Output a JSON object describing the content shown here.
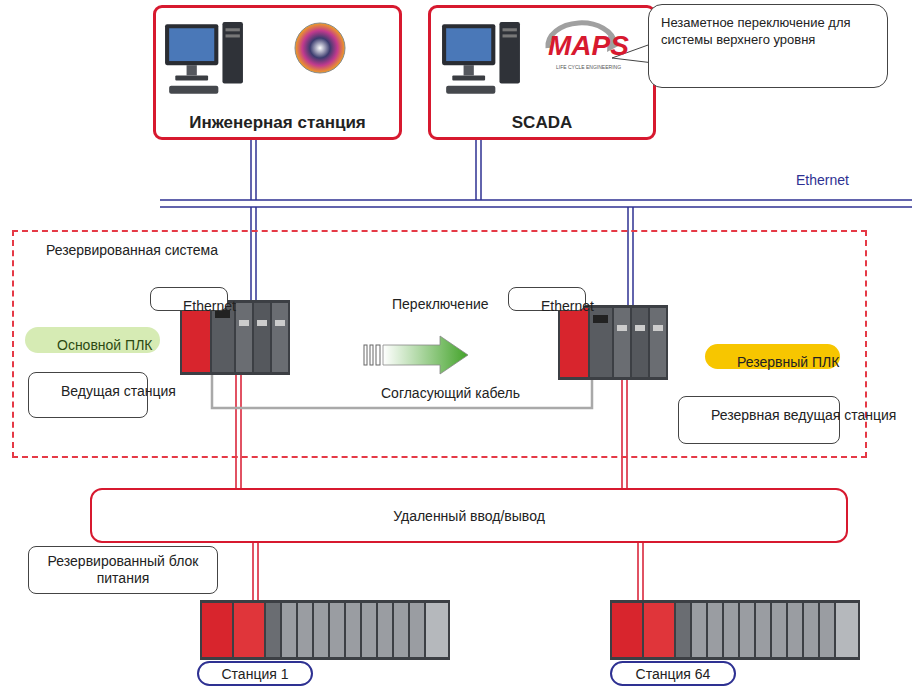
{
  "diagram": {
    "nodes": [
      {
        "text": [
          "Инженерная станция"
        ]
      },
      {
        "text": [
          "SCADA"
        ]
      },
      {
        "text": [
          "Незаметное переключение для системы верхнего уровня"
        ]
      },
      {
        "text": [
          "Резервированная система"
        ]
      },
      {
        "text": [
          "Ethernet"
        ],
        "in": 3
      },
      {
        "text": [
          "Основной ПЛК"
        ],
        "in": 3
      },
      {
        "text": [
          "Ведущая станция"
        ],
        "in": 3
      },
      {
        "text": [
          "Ethernet"
        ],
        "in": 3
      },
      {
        "text": [
          "Резервный ПЛК"
        ],
        "in": 3
      },
      {
        "text": [
          "Резервная ведущая станция"
        ],
        "in": 3
      },
      {
        "text": [
          "Удаленный ввод/вывод"
        ]
      },
      {
        "text": [
          "Резервированный блок питания"
        ]
      },
      {
        "text": [
          "Станция 1"
        ]
      },
      {
        "text": [
          "Станция 64"
        ]
      }
    ],
    "labels": [
      "MAPS",
      "LIFE CYCLE ENGINEERING",
      "Ethernet",
      "Переключение",
      "Согласующий кабель"
    ]
  }
}
